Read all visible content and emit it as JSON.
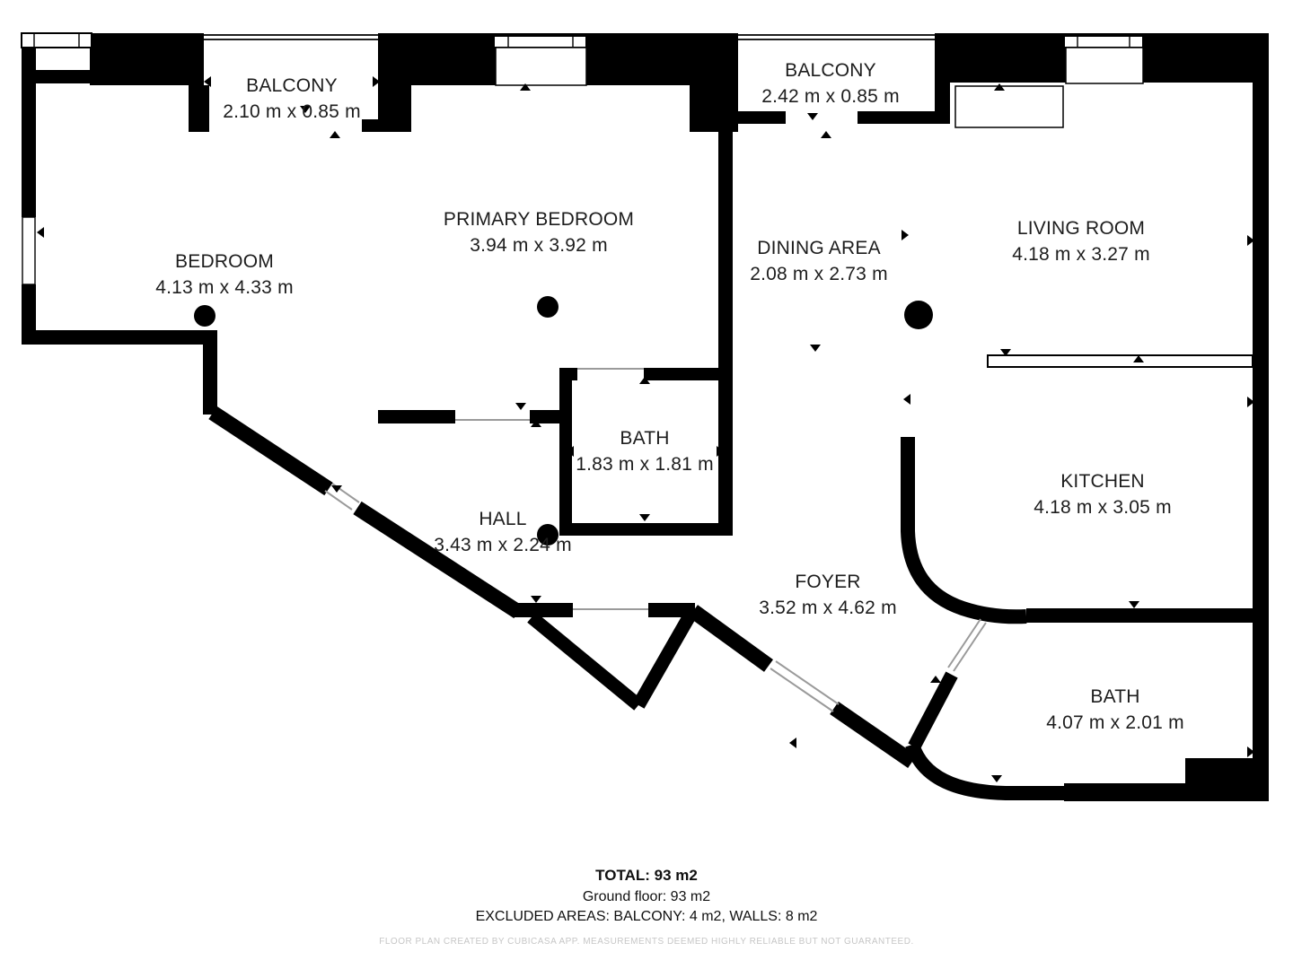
{
  "plan": {
    "rooms": [
      {
        "id": "balcony-1",
        "name": "BALCONY",
        "dims": "2.10 m x 0.85 m"
      },
      {
        "id": "bedroom",
        "name": "BEDROOM",
        "dims": "4.13 m x 4.33 m"
      },
      {
        "id": "primary-bedroom",
        "name": "PRIMARY BEDROOM",
        "dims": "3.94 m x 3.92 m"
      },
      {
        "id": "balcony-2",
        "name": "BALCONY",
        "dims": "2.42 m x 0.85 m"
      },
      {
        "id": "dining-area",
        "name": "DINING AREA",
        "dims": "2.08 m x 2.73 m"
      },
      {
        "id": "living-room",
        "name": "LIVING ROOM",
        "dims": "4.18 m x 3.27 m"
      },
      {
        "id": "bath-1",
        "name": "BATH",
        "dims": "1.83 m x 1.81 m"
      },
      {
        "id": "hall",
        "name": "HALL",
        "dims": "3.43 m x 2.24 m"
      },
      {
        "id": "kitchen",
        "name": "KITCHEN",
        "dims": "4.18 m x 3.05 m"
      },
      {
        "id": "foyer",
        "name": "FOYER",
        "dims": "3.52 m x 4.62 m"
      },
      {
        "id": "bath-2",
        "name": "BATH",
        "dims": "4.07 m x 2.01 m"
      }
    ],
    "colors": {
      "wall": "#000000",
      "label_text": "#1d1d1d",
      "fine_print": "#c6c6c6"
    }
  },
  "footer": {
    "total": "TOTAL: 93 m2",
    "ground_floor": "Ground floor: 93 m2",
    "excluded_areas": "EXCLUDED AREAS: BALCONY: 4 m2, WALLS: 8 m2",
    "disclaimer": "FLOOR PLAN CREATED BY CUBICASA APP. MEASUREMENTS DEEMED HIGHLY RELIABLE BUT NOT GUARANTEED."
  }
}
